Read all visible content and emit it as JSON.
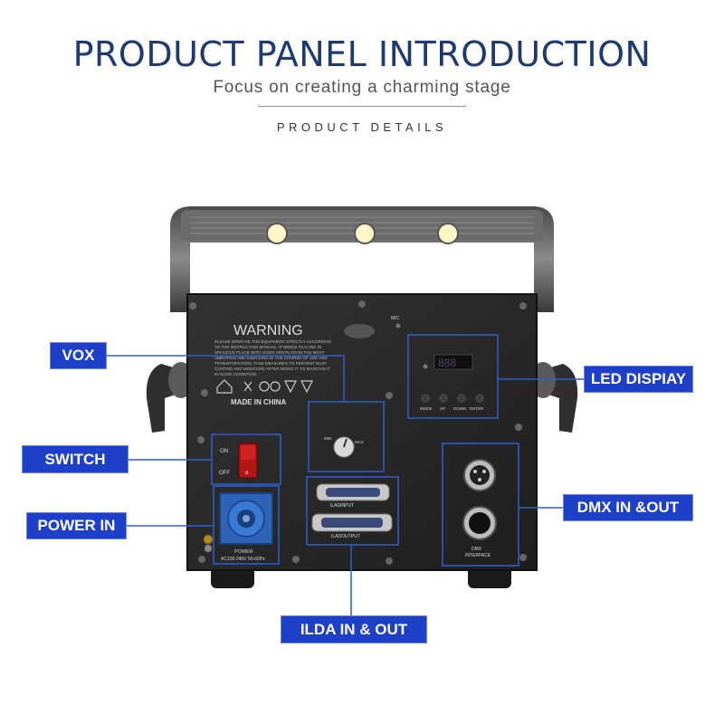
{
  "header": {
    "title": "PRODUCT PANEL INTRODUCTION",
    "subtitle": "Focus on creating a charming stage",
    "section": "PRODUCT DETAILS"
  },
  "callouts": {
    "vox": "VOX",
    "switch": "SWITCH",
    "power_in": "POWER IN",
    "led_display": "LED  DISPIAY",
    "dmx": "DMX IN &OUT",
    "ilda": "ILDA IN & OUT"
  },
  "panel": {
    "warning_title": "WARNING",
    "warning_text": [
      "PLEASE OPERATE THE EQUIPMENT STRICTLY ACCORDING",
      "TO THE INSTRUCTION MANUAL. IT NEEDS PLACING IN",
      "SPACIOUS PLACE WITH GOOD VENTILATION.THE MOST",
      "VIBRATION AND KNOCKING IN THE COURSE OF USE AND",
      "TRANSPORTATION. TAKE MEASURES TO PERVENT DUST",
      "COATING AND MOISTURE AFTER WSING IT TO MAINTAIN IT",
      "IN GOOD CONDITION."
    ],
    "made_in": "MADE IN CHINA",
    "mic": "MIC",
    "knob_min": "MIN",
    "knob_max": "MAX",
    "switch_on": "ON",
    "switch_off": "OFF",
    "power_label": "POWER",
    "power_spec": "AC100-240V  50-60Hz",
    "ilda_input": "ILADINPUT",
    "ilda_output": "ILADOUTPUT",
    "dmx_label": "DMX",
    "dmx_interface": "INTERFACE",
    "led_readout": "888",
    "buttons": [
      "MODE",
      "UP",
      "DOWN",
      "ENTER"
    ]
  },
  "colors": {
    "label_bg": "#1e3fc8",
    "title": "#1f3a6e",
    "panel": "#2a2a2a",
    "outline": "#2f5fd0"
  }
}
